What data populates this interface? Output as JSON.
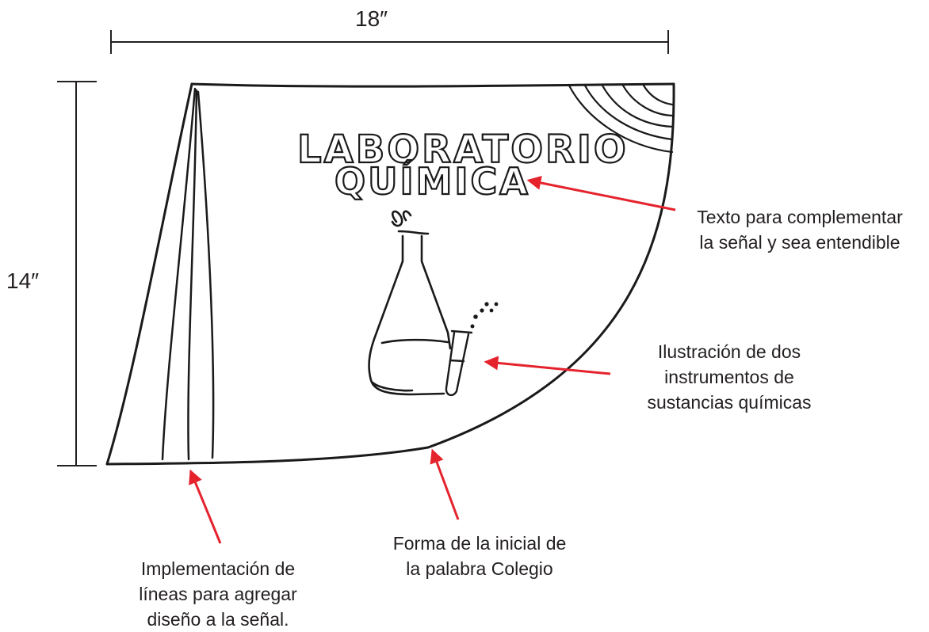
{
  "dimensions": {
    "width_label": "18″",
    "height_label": "14″"
  },
  "sign": {
    "title_line1": "LABORATORIO",
    "title_line2": "QUÍMICA"
  },
  "annotations": {
    "text": [
      "Texto para complementar",
      "la señal y sea entendible"
    ],
    "illustration": [
      "Ilustración de dos",
      "instrumentos de",
      "sustancias químicas"
    ],
    "shape": [
      "Forma de la inicial de",
      "la palabra Colegio"
    ],
    "lines": [
      "Implementación de",
      "líneas para agregar",
      "diseño a la señal."
    ]
  },
  "colors": {
    "arrow": "#e5232d",
    "ink": "#1a1a1a",
    "text": "#231f20"
  }
}
